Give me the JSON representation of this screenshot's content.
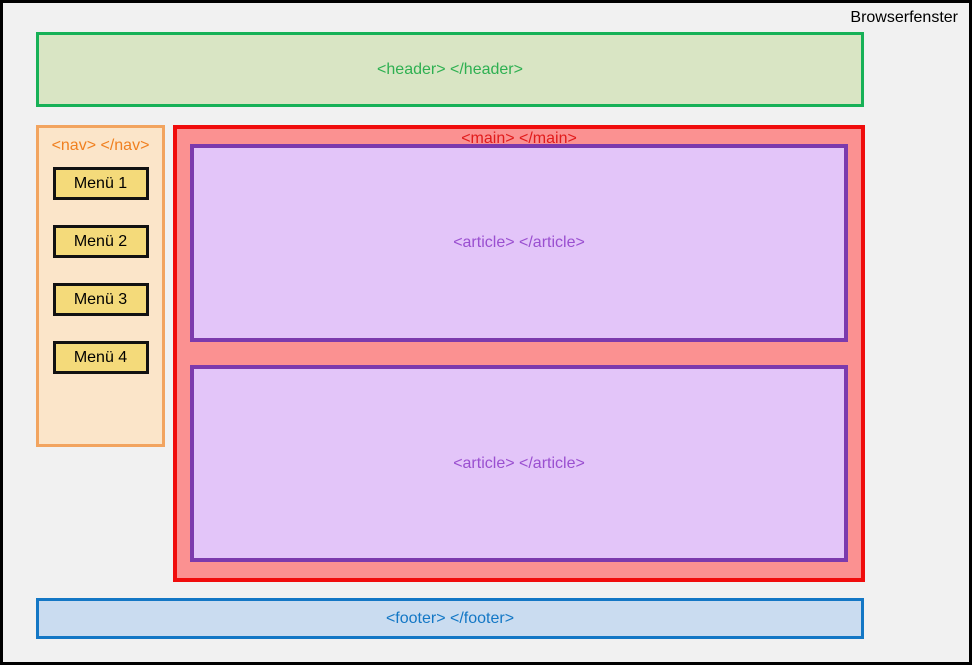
{
  "window": {
    "title": "Browserfenster",
    "background_color": "#f1f1f1",
    "border_color": "#000000"
  },
  "header": {
    "label": "<header> </header>",
    "fill_color": "#d9e5c4",
    "border_color": "#17b157",
    "text_color": "#2eb051"
  },
  "nav": {
    "label": "<nav> </nav>",
    "fill_color": "#fbe5c9",
    "border_color": "#f2a45f",
    "text_color": "#f08020",
    "menu_button_fill": "#f4da7a",
    "menu_button_border": "#111111",
    "menu_items": [
      {
        "label": "Menü 1"
      },
      {
        "label": "Menü 2"
      },
      {
        "label": "Menü 3"
      },
      {
        "label": "Menü 4"
      }
    ]
  },
  "main": {
    "label": "<main> </main>",
    "fill_color": "#fb9191",
    "border_color": "#f00c0c",
    "text_color": "#e11b1b",
    "article_fill": "#e3c5f9",
    "article_border": "#7c3aad",
    "article_text": "#9a4fd0",
    "articles": [
      {
        "label": "<article> </article>"
      },
      {
        "label": "<article> </article>"
      }
    ]
  },
  "footer": {
    "label": "<footer> </footer>",
    "fill_color": "#cadcf0",
    "border_color": "#1377c5",
    "text_color": "#1377c5"
  }
}
